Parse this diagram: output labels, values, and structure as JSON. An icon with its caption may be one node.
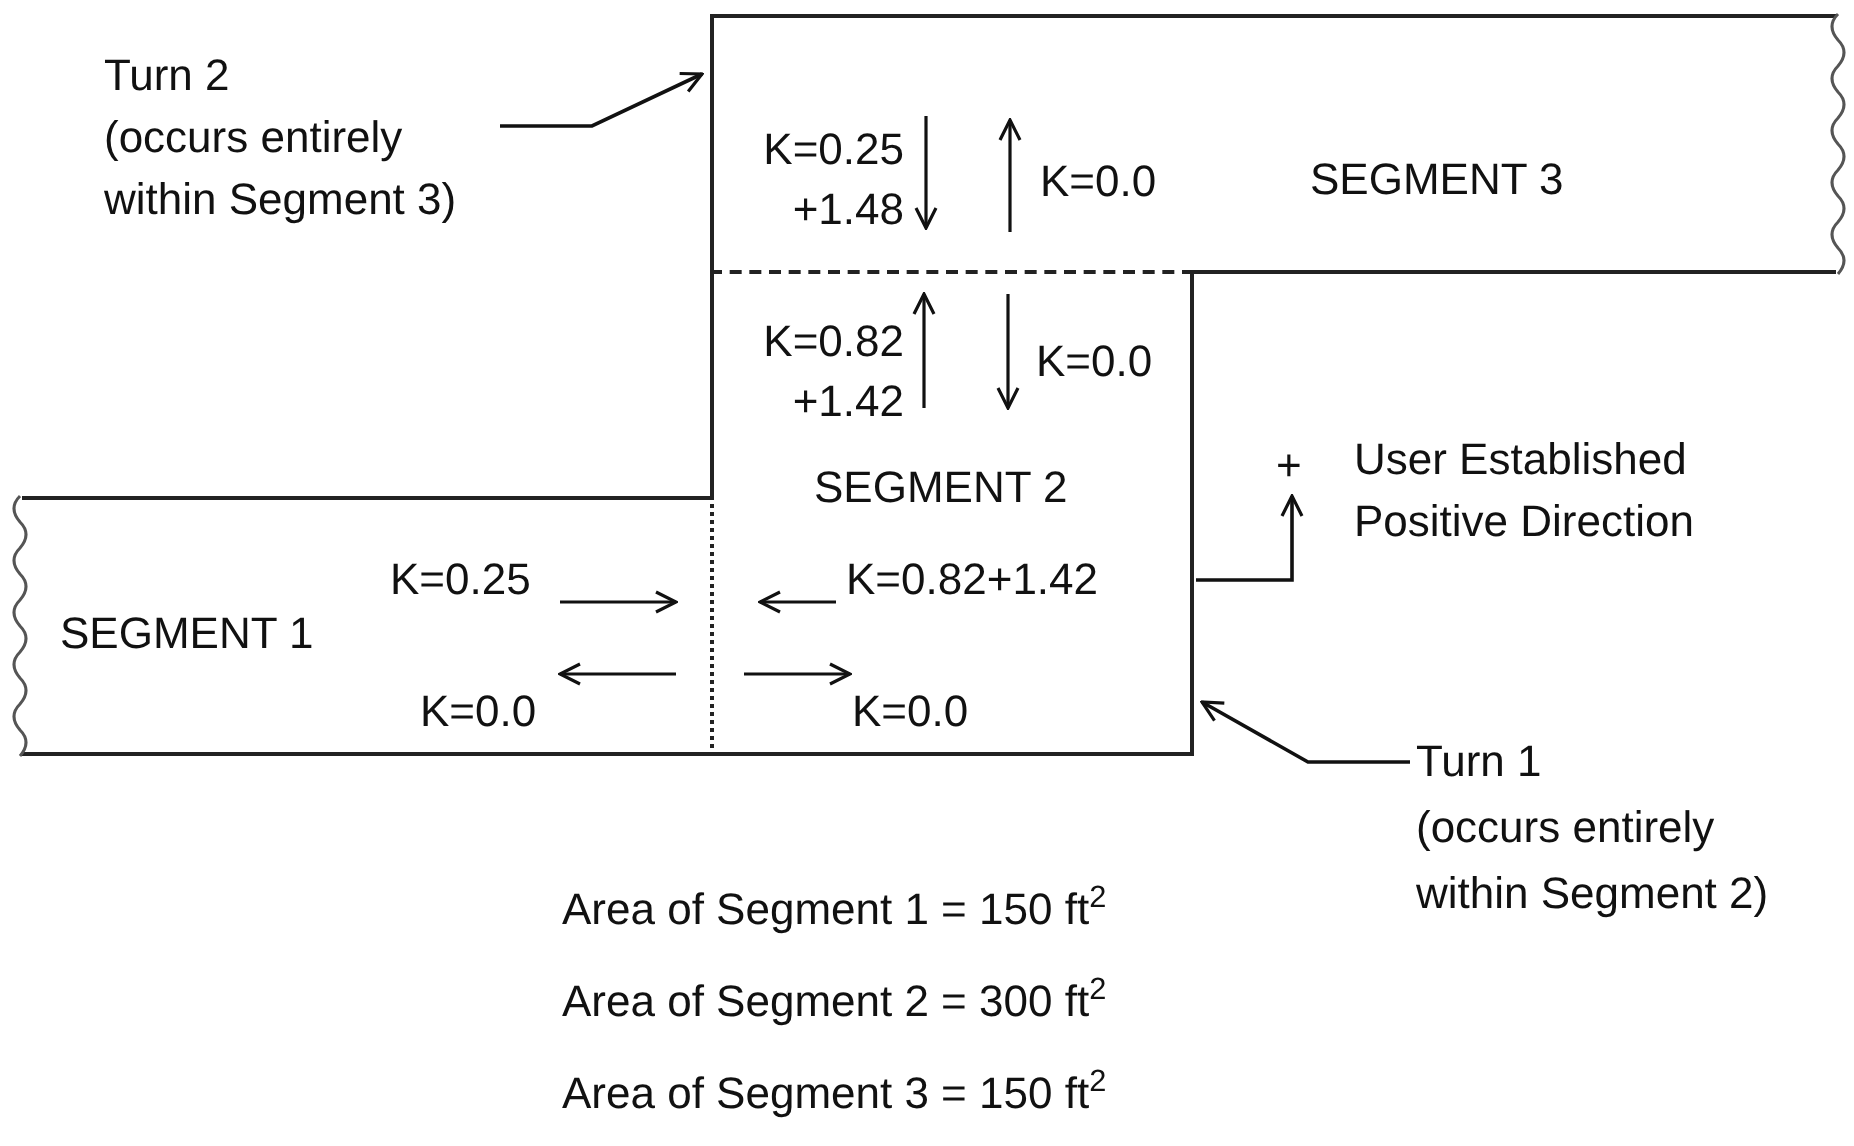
{
  "diagram": {
    "nodes": [
      {
        "text": [
          "SEGMENT 3"
        ]
      },
      {
        "text": [
          "SEGMENT 2"
        ]
      },
      {
        "text": [
          "SEGMENT 1"
        ]
      },
      {
        "text": [
          "Turn 2",
          "(occurs entirely within Segment 3)"
        ]
      },
      {
        "text": [
          "Turn 1",
          "(occurs entirely within Segment 2)"
        ]
      },
      {
        "text": [
          "User Established Positive Direction"
        ]
      },
      {
        "text": [
          "+"
        ]
      }
    ],
    "edges": [
      {
        "from": 3,
        "to": 0,
        "arrow": "to"
      },
      {
        "from": 4,
        "to": 1,
        "arrow": "to"
      },
      {
        "from": 1,
        "to": 6,
        "arrow": "to"
      }
    ],
    "labels": [
      "K=0.25 +1.48",
      "K=0.0",
      "K=0.82 +1.42",
      "K=0.0",
      "K=0.25",
      "K=0.82+1.42",
      "K=0.0",
      "K=0.0",
      "Area of Segment 1 = 150 ft$^{2}$",
      "Area of Segment 2 = 300 ft$^{2}$",
      "Area of Segment 3 = 150 ft$^{2}$"
    ]
  }
}
